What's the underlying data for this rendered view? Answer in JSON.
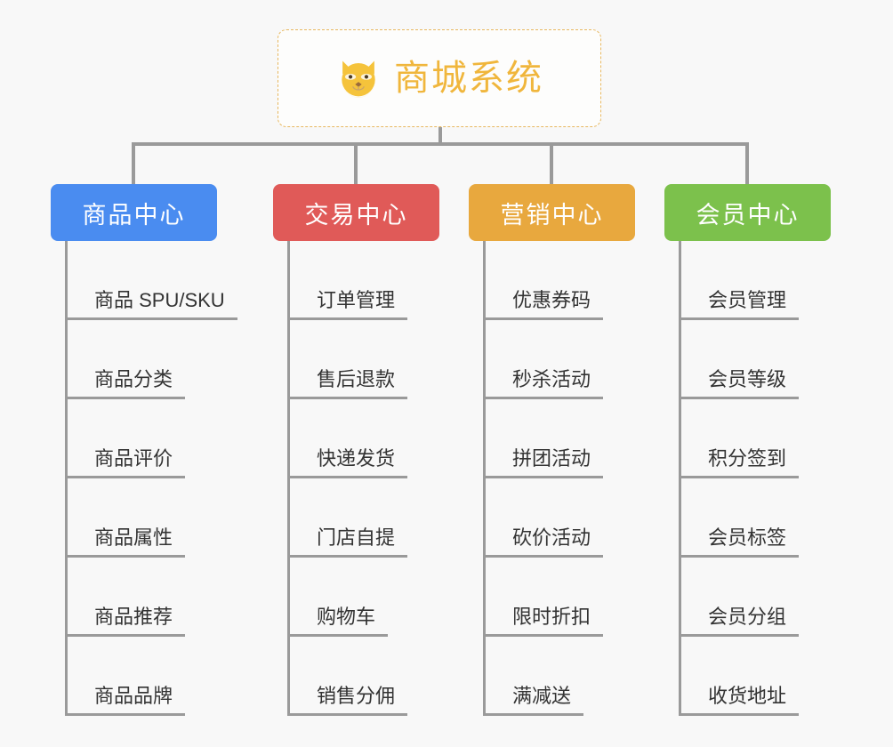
{
  "background_color": "#f8f8f8",
  "root": {
    "title": "商城系统",
    "icon": "dog-face-icon",
    "text_color": "#f0b63c",
    "border_color": "#e8b860"
  },
  "connector_color": "#9a9a9a",
  "branches": [
    {
      "id": "product-center",
      "label": "商品中心",
      "color": "#4a8cf0",
      "items": [
        "商品 SPU/SKU",
        "商品分类",
        "商品评价",
        "商品属性",
        "商品推荐",
        "商品品牌"
      ]
    },
    {
      "id": "trade-center",
      "label": "交易中心",
      "color": "#e05a58",
      "items": [
        "订单管理",
        "售后退款",
        "快递发货",
        "门店自提",
        "购物车",
        "销售分佣"
      ]
    },
    {
      "id": "marketing-center",
      "label": "营销中心",
      "color": "#e8a83e",
      "items": [
        "优惠券码",
        "秒杀活动",
        "拼团活动",
        "砍价活动",
        "限时折扣",
        "满减送"
      ]
    },
    {
      "id": "member-center",
      "label": "会员中心",
      "color": "#7cc14c",
      "items": [
        "会员管理",
        "会员等级",
        "积分签到",
        "会员标签",
        "会员分组",
        "收货地址"
      ]
    }
  ]
}
